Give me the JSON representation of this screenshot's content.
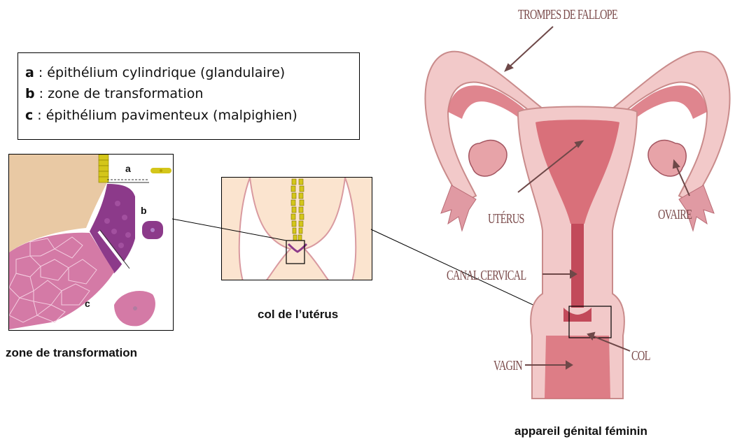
{
  "legend": {
    "items": [
      {
        "key": "a",
        "text": " : épithélium cylindrique (glandulaire)"
      },
      {
        "key": "b",
        "text": " : zone de transformation"
      },
      {
        "key": "c",
        "text": " : épithélium pavimenteux (malpighien)"
      }
    ]
  },
  "panels": {
    "zone_caption": "zone de transformation",
    "col_caption": "col de l’utérus",
    "appareil_caption": "appareil génital féminin",
    "zone_letters": {
      "a": "a",
      "b": "b",
      "c": "c"
    }
  },
  "anatomy_labels": {
    "trompes": "TROMPES DE FALLOPE",
    "uterus": "UTÉRUS",
    "ovaire": "OVAIRE",
    "canal": "CANAL CERVICAL",
    "col": "COL",
    "vagin": "VAGIN"
  },
  "colors": {
    "uterus_outer": "#f2c9c9",
    "uterus_inner": "#d9707a",
    "uterus_dark": "#c24a5a",
    "glandular": "#d4c61a",
    "transformation": "#8c3a8a",
    "squamous": "#d47aa6",
    "stroma": "#e9c9a4"
  }
}
